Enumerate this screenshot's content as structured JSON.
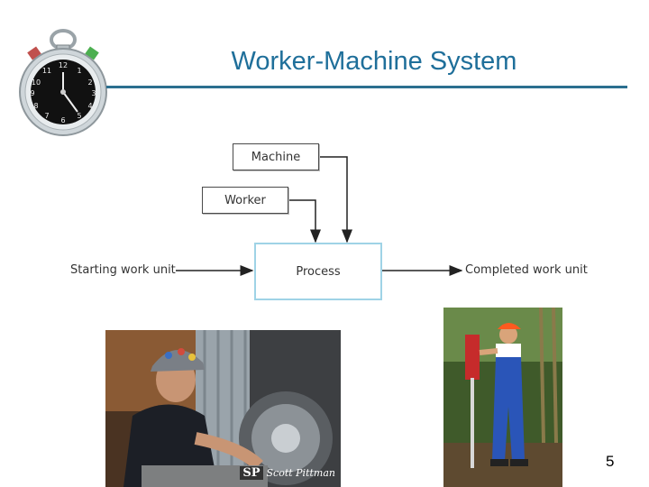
{
  "slide": {
    "title": "Worker-Machine System",
    "page_number": "5"
  },
  "diagram": {
    "machine_label": "Machine",
    "worker_label": "Worker",
    "process_label": "Process",
    "input_label": "Starting work unit",
    "output_label": "Completed work unit"
  },
  "photos": {
    "left_watermark_logo": "SP",
    "left_watermark_name": "Scott Pittman"
  },
  "icons": {
    "top_left": "stopwatch-icon"
  },
  "colors": {
    "title": "#1f6f9a",
    "rule": "#2b6f8f",
    "process_border": "#9fd3e6"
  }
}
